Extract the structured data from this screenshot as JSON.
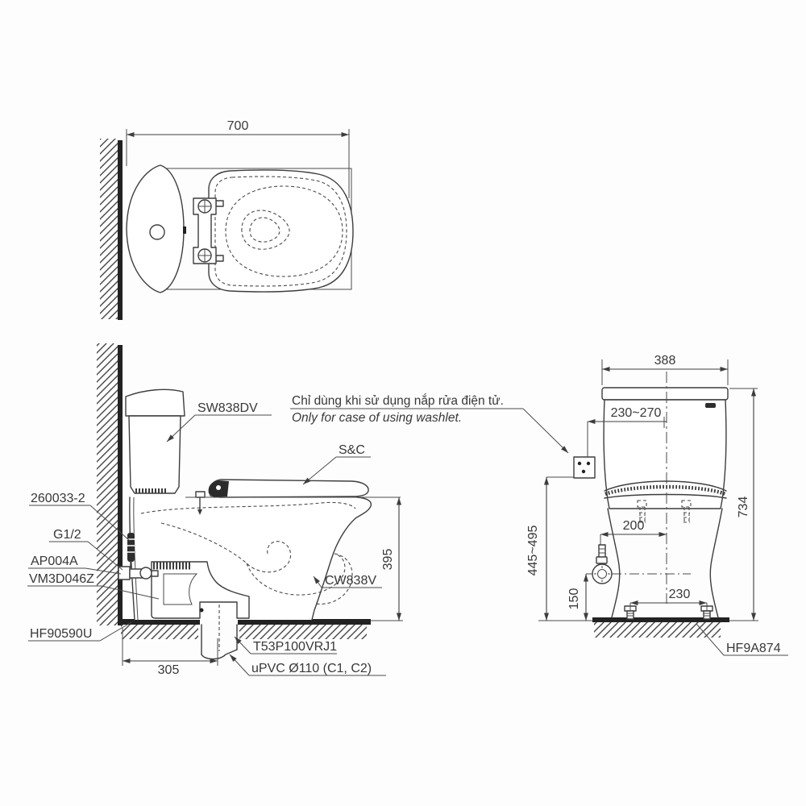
{
  "drawing": {
    "colors": {
      "line": "#3d3d3d",
      "dark_fill": "#222222",
      "background": "#fdfdfd",
      "text": "#383838"
    },
    "top_view": {
      "dims": {
        "overall_length": "700"
      }
    },
    "side_view": {
      "note": {
        "vi": "Chỉ dùng khi sử dụng nắp rửa điện tử.",
        "en": "Only for case of using washlet."
      },
      "labels": {
        "tank": "SW838DV",
        "seat": "S&C",
        "bowl": "CW838V",
        "supply_pipe": "260033-2",
        "thread": "G1/2",
        "stop_valve": "AP004A",
        "drain_socket": "VM3D046Z",
        "floor_flange": "HF90590U",
        "joint": "T53P100VRJ1",
        "pipe": "uPVC Ø110 (C1, C2)"
      },
      "dims": {
        "rim_height": "395",
        "trap_set_out": "305"
      }
    },
    "front_view": {
      "labels": {
        "fixing_kit": "HF9A874"
      },
      "dims": {
        "tank_width": "388",
        "washlet_supply_range": "230~270",
        "overall_height": "734",
        "outlet_height_range": "445~495",
        "supply_offset": "200",
        "supply_height": "150",
        "bolt_pitch": "230"
      }
    }
  }
}
